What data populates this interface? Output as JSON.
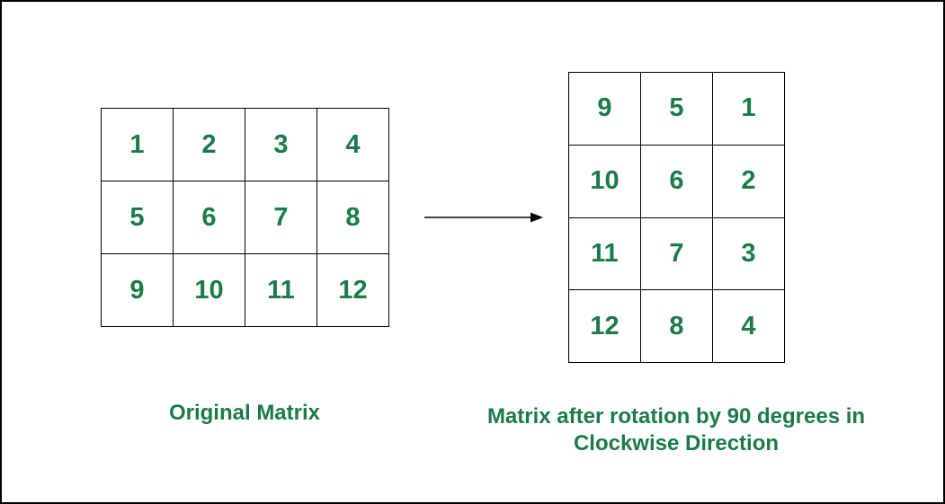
{
  "colors": {
    "accent": "#1b7b48",
    "line": "#000000",
    "background": "#ffffff"
  },
  "original_matrix": {
    "label": "Original Matrix",
    "rows": [
      [
        "1",
        "2",
        "3",
        "4"
      ],
      [
        "5",
        "6",
        "7",
        "8"
      ],
      [
        "9",
        "10",
        "11",
        "12"
      ]
    ]
  },
  "rotated_matrix": {
    "label": "Matrix after rotation by 90 degrees in\nClockwise Direction",
    "rows": [
      [
        "9",
        "5",
        "1"
      ],
      [
        "10",
        "6",
        "2"
      ],
      [
        "11",
        "7",
        "3"
      ],
      [
        "12",
        "8",
        "4"
      ]
    ]
  },
  "arrow": {
    "meaning": "rotation-transform-arrow"
  }
}
